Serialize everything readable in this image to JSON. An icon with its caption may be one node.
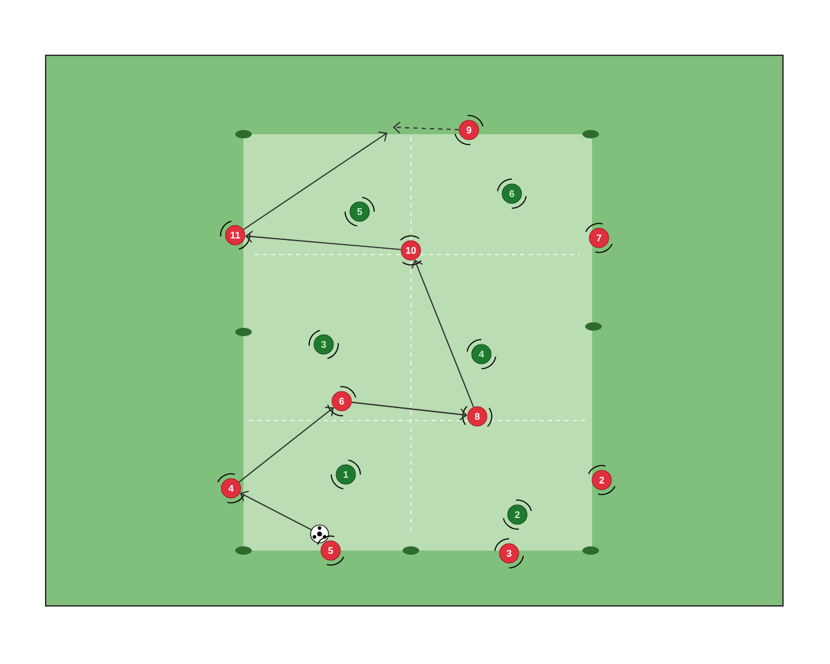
{
  "diagram": {
    "nodes": [
      {
        "text": [
          "9"
        ]
      },
      {
        "text": [
          "6"
        ]
      },
      {
        "text": [
          "5"
        ]
      },
      {
        "text": [
          "11"
        ]
      },
      {
        "text": [
          "7"
        ]
      },
      {
        "text": [
          "10"
        ]
      },
      {
        "text": [
          "3"
        ]
      },
      {
        "text": [
          "4"
        ]
      },
      {
        "text": [
          "6"
        ]
      },
      {
        "text": [
          "8"
        ]
      },
      {
        "text": [
          "1"
        ]
      },
      {
        "text": [
          "2"
        ]
      },
      {
        "text": [
          "4"
        ]
      },
      {
        "text": [
          "2"
        ]
      },
      {
        "text": [],
        "shape": "ball"
      },
      {
        "text": [
          "5"
        ]
      },
      {
        "text": [
          "3"
        ]
      }
    ],
    "edges": [
      {
        "from": 0,
        "to": null,
        "arrow": "to",
        "style": "dashed"
      },
      {
        "from": 3,
        "to": null,
        "arrow": "to"
      },
      {
        "from": 5,
        "to": 3,
        "arrow": "to"
      },
      {
        "from": 9,
        "to": 5,
        "arrow": "to"
      },
      {
        "from": 8,
        "to": 9,
        "arrow": "to"
      },
      {
        "from": 12,
        "to": 8,
        "arrow": "to"
      },
      {
        "from": 14,
        "to": 12,
        "arrow": "to"
      }
    ]
  }
}
